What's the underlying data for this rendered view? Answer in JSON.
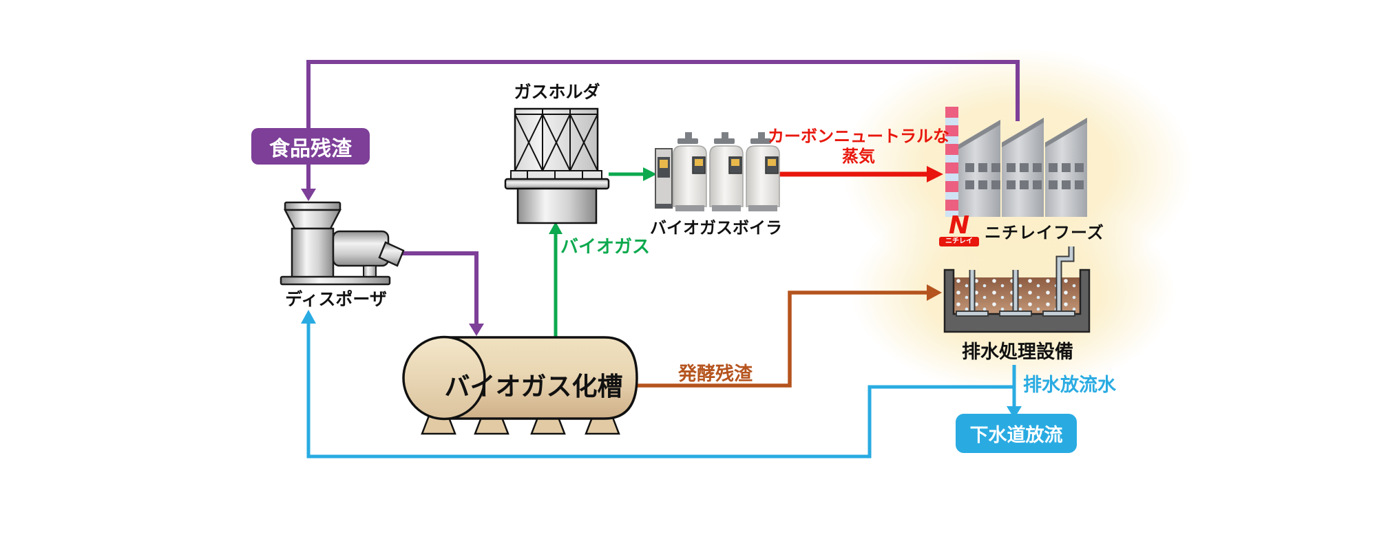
{
  "diagram": {
    "labels": {
      "food_residue": "食品残渣",
      "disposer": "ディスポーザ",
      "gas_holder": "ガスホルダ",
      "biogas_boiler": "バイオガスボイラ",
      "steam_line1": "カーボンニュートラルな",
      "steam_line2": "蒸気",
      "nichirei_mark": "N",
      "nichirei_sub": "ニチレイ",
      "nichirei_foods": "ニチレイフーズ",
      "biogas": "バイオガス",
      "biogas_tank": "バイオガス化槽",
      "fermentation_residue": "発酵残渣",
      "wastewater_facility": "排水処理設備",
      "effluent_water": "排水放流水",
      "sewer_discharge": "下水道放流"
    },
    "colors": {
      "purple_flow": "#7d3f98",
      "green_flow": "#0ca94e",
      "red_flow": "#e8160c",
      "brown_flow": "#b5541e",
      "blue_flow": "#29abe2",
      "tank_tan": "#e9d6b3"
    }
  }
}
